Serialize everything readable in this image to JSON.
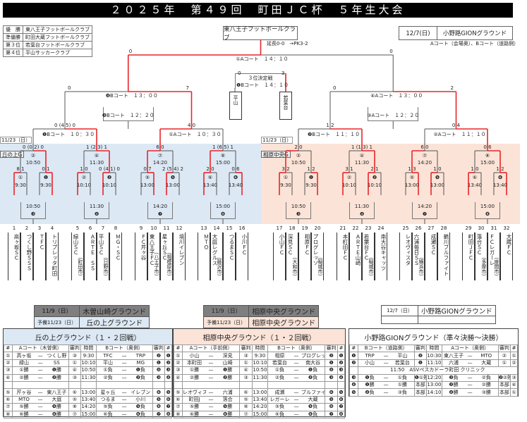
{
  "title": "２０２５年　第４９回　町田ＪＣ杯　５年生大会",
  "results": [
    {
      "rank": "優　勝",
      "team": "東八王子フットボールクラブ"
    },
    {
      "rank": "準優勝",
      "team": "町田大蔵フットボールクラブ"
    },
    {
      "rank": "第３位",
      "team": "若葉台フットボールクラブ"
    },
    {
      "rank": "第４位",
      "team": "平山サッカークラブ"
    }
  ],
  "champion": "東八王子フットボールクラブ",
  "final_venue": {
    "date": "12/7(日)",
    "ground": "小野路GIONグラウンド",
    "courts": "Aコート（会場奥）、Bコート（道路側）"
  },
  "colors": {
    "win_line": "#e8262a",
    "line": "#555555",
    "left_region": "#dce8f4",
    "right_region": "#fbe3d7"
  },
  "bracket": {
    "final": {
      "label": "①Aコート　１４：１０",
      "left": "0",
      "right": "0",
      "note": "延長0-0　→PK3-2"
    },
    "third": {
      "title": "３位決定戦",
      "label": "❶Bコート　１４：１０",
      "left": "0",
      "right": "3",
      "teams": [
        "平山",
        "若葉台"
      ]
    },
    "semis": [
      {
        "label": "❹Bコート　１３：００",
        "left": "0",
        "right": "7"
      },
      {
        "label": "④Aコート　１３：００",
        "left": "0",
        "right": "2"
      }
    ],
    "qf_consolation": [
      "❸Bコート　１２：２０",
      "③Aコート　１２：２０"
    ],
    "qf": [
      {
        "label": "❶Bコート　１０：３０",
        "score": "0 (4 5) 0"
      },
      {
        "label": "①Aコート　１０：３０",
        "score": "4 0"
      },
      {
        "label": "❷Bコート　１１：１０",
        "score": "1 2"
      },
      {
        "label": "②Aコート　１１：１０",
        "score": "0 4"
      }
    ],
    "r2": [
      {
        "num": "②",
        "time": "10:50",
        "score": "0 (0 2) 0"
      },
      {
        "num": "④",
        "time": "11:30",
        "score": "1 (2 3) 1"
      },
      {
        "num": "⑦",
        "time": "14:20",
        "score": "6 0"
      },
      {
        "num": "⑧",
        "time": "15:00",
        "score": "1 (6 5) 1"
      },
      {
        "num": "②",
        "time": "10:50",
        "score": "2 0"
      },
      {
        "num": "④",
        "time": "11:30",
        "score": "1 (1 3) 1"
      },
      {
        "num": "⑦",
        "time": "14:20",
        "score": "6 0"
      },
      {
        "num": "⑧",
        "time": "15:00",
        "score": "0 6"
      }
    ],
    "r1": [
      {
        "num": "①",
        "time": "9:30",
        "score": "8 1"
      },
      {
        "num": "❶",
        "time": "9:30",
        "score": "0 1"
      },
      {
        "num": "②",
        "time": "10:10",
        "score": "1 0"
      },
      {
        "num": "❷",
        "time": "10:10",
        "score": "0 (4 1) 0"
      },
      {
        "num": "⑤",
        "time": "13:00",
        "score": "0 7"
      },
      {
        "num": "❺",
        "time": "13:00",
        "score": "2 (5 4) 2"
      },
      {
        "num": "⑥",
        "time": "13:40",
        "score": "2 0"
      },
      {
        "num": "❻",
        "time": "13:40",
        "score": "0 6"
      },
      {
        "num": "①",
        "time": "9:30",
        "score": "3 2"
      },
      {
        "num": "❶",
        "time": "9:30",
        "score": "1 2"
      },
      {
        "num": "②",
        "time": "10:10",
        "score": "3 1"
      },
      {
        "num": "❷",
        "time": "10:10",
        "score": "2 1"
      },
      {
        "num": "⑤",
        "time": "13:00",
        "score": "1 3"
      },
      {
        "num": "❺",
        "time": "13:00",
        "score": "1 0"
      },
      {
        "num": "⑥",
        "time": "13:40",
        "score": "1 0"
      },
      {
        "num": "❻",
        "time": "13:40",
        "score": "1 2"
      }
    ],
    "consolation": [
      {
        "time": "10:50",
        "num": "❸"
      },
      {
        "time": "11:30",
        "num": "❹"
      },
      {
        "time": "14:20",
        "num": "❼"
      },
      {
        "time": "15:00",
        "num": "❽"
      },
      {
        "time": "10:50",
        "num": "❸"
      },
      {
        "time": "11:30",
        "num": "❹"
      },
      {
        "time": "14:20",
        "num": "❼"
      },
      {
        "time": "15:00",
        "num": "❽"
      }
    ],
    "side_left": {
      "date": "11/23（日）",
      "ground": "丘の上G"
    },
    "side_right": {
      "date": "11/23（日）",
      "ground": "相原中央G"
    }
  },
  "teams": [
    {
      "no": "1",
      "name": "高ヶ坂ＳＣ",
      "city": ""
    },
    {
      "no": "2",
      "name": "つくし野ＳＳＳ",
      "city": ""
    },
    {
      "no": "3",
      "name": "ＴＦＣ",
      "city": ""
    },
    {
      "no": "4",
      "name": "トリプレッタ町田",
      "city": ""
    },
    {
      "no": "5",
      "name": "緑山ＳＣ",
      "city": "（町田市）"
    },
    {
      "no": "6",
      "name": "ＡＲＴＥ　ＳＳ",
      "city": ""
    },
    {
      "no": "7",
      "name": "平山ＳＣ",
      "city": "（日野市）"
    },
    {
      "no": "8",
      "name": "ＭＧ・ＳＣ",
      "city": ""
    },
    {
      "no": "9",
      "name": "ＦＣ芹ヶ谷",
      "city": ""
    },
    {
      "no": "10",
      "name": "東八王子ＦＣ",
      "city": "（八王子市）"
    },
    {
      "no": "11",
      "name": "星ヶ丘ＳＣ",
      "city": "（相模原市）"
    },
    {
      "no": "12",
      "name": "境川イレブン",
      "city": ""
    },
    {
      "no": "13",
      "name": "ＭＴＯ",
      "city": ""
    },
    {
      "no": "14",
      "name": "大庭レグルス",
      "city": "（藤沢市）"
    },
    {
      "no": "15",
      "name": "つるまＳＣ",
      "city": ""
    },
    {
      "no": "16",
      "name": "小川ＦＣ",
      "city": ""
    },
    {
      "no": "17",
      "name": "小山ＦＣ",
      "city": ""
    },
    {
      "no": "18",
      "name": "深見ＳＣ",
      "city": "（大和市）"
    },
    {
      "no": "19",
      "name": "相原ＦＣ",
      "city": ""
    },
    {
      "no": "20",
      "name": "プログレッソ",
      "city": "（稲城市）"
    },
    {
      "no": "21",
      "name": "本町田ＦＣ",
      "city": ""
    },
    {
      "no": "22",
      "name": "ＡＲＴＥ山崎",
      "city": ""
    },
    {
      "no": "23",
      "name": "若葉台ＦＣ",
      "city": "（稲城市）"
    },
    {
      "no": "24",
      "name": "南大谷キャッツ",
      "city": ""
    },
    {
      "no": "25",
      "name": "レオヴィスタ",
      "city": ""
    },
    {
      "no": "26",
      "name": "六浦毎日ＳＳ",
      "city": "（横浜市）"
    },
    {
      "no": "27",
      "name": "成瀬ＳＣ",
      "city": ""
    },
    {
      "no": "28",
      "name": "鶴川ブルファイト",
      "city": ""
    },
    {
      "no": "29",
      "name": "町田ＪＦＣ",
      "city": ""
    },
    {
      "no": "30",
      "name": "落合ＳＣ",
      "city": "（多摩市）"
    },
    {
      "no": "31",
      "name": "ＦＣレガーレ",
      "city": "（座間市）"
    },
    {
      "no": "32",
      "name": "大蔵ＦＣ",
      "city": ""
    }
  ],
  "venues": {
    "left": [
      [
        "11/9（日）",
        "木曽山崎グラウンド"
      ],
      [
        "予備11/23（日）",
        "丘の上グラウンド"
      ]
    ],
    "middle": [
      [
        "11/9（日）",
        "相原中央グラウンド"
      ],
      [
        "予備11/23（日）",
        "相原中央グラウンド"
      ]
    ],
    "right": [
      [
        "12/7（日）",
        "小野路GIONグラウンド"
      ],
      [
        "",
        ""
      ]
    ]
  },
  "schedules": [
    {
      "title": "丘の上グラウンド（１・２回戦）",
      "headers": [
        "#",
        "Aコート（木曽側）",
        "審判",
        "時間",
        "Bコート（奥側）",
        "審判",
        "#"
      ],
      "rows": [
        [
          "①",
          "高ヶ坂",
          "—",
          "つくし野",
          "③",
          "9:30",
          "TFC",
          "—",
          "TRP",
          "❷",
          "❶"
        ],
        [
          "②",
          "緑山",
          "—",
          "SS",
          "①",
          "10:10",
          "平山",
          "—",
          "MG",
          "❶",
          "❷"
        ],
        [
          "③",
          "①勝",
          "—",
          "❶勝",
          "④",
          "10:50",
          "①負",
          "—",
          "❶負",
          "❹",
          "❸"
        ],
        [
          "④",
          "②勝",
          "—",
          "❷勝",
          "③",
          "11:30",
          "②負",
          "—",
          "❷負",
          "❸",
          "❹"
        ],
        [
          "",
          "",
          "",
          "",
          "",
          "",
          "",
          "",
          "",
          "",
          ""
        ],
        [
          "⑤",
          "芹ヶ谷",
          "—",
          "東八王子",
          "⑥",
          "13:00",
          "星ヶ丘",
          "—",
          "イレブン",
          "❻",
          "❺"
        ],
        [
          "⑥",
          "MTO",
          "—",
          "大庭",
          "⑤",
          "13:40",
          "つるま",
          "—",
          "小川",
          "❺",
          "❻"
        ],
        [
          "⑦",
          "⑤勝",
          "—",
          "❺勝",
          "⑧",
          "14:20",
          "⑤負",
          "—",
          "❺負",
          "❽",
          "❼"
        ],
        [
          "⑧",
          "⑥勝",
          "—",
          "❻勝",
          "⑦",
          "15:00",
          "⑥負",
          "—",
          "❻負",
          "❼",
          "❽"
        ]
      ]
    },
    {
      "title": "相原中央グラウンド（１・２回戦）",
      "headers": [
        "#",
        "Aコート（手前側）",
        "審判",
        "時間",
        "Bコート（奥側）",
        "審判",
        "#"
      ],
      "rows": [
        [
          "①",
          "小山",
          "—",
          "深見",
          "③",
          "9:30",
          "相原",
          "—",
          "プログレッソ",
          "❷",
          "❶"
        ],
        [
          "②",
          "本町田",
          "—",
          "山崎",
          "①",
          "10:10",
          "若葉台",
          "—",
          "南大谷",
          "❶",
          "❷"
        ],
        [
          "③",
          "①勝",
          "—",
          "❶勝",
          "④",
          "10:50",
          "①負",
          "—",
          "❶負",
          "❹",
          "❸"
        ],
        [
          "④",
          "②勝",
          "—",
          "❷勝",
          "③",
          "11:30",
          "②負",
          "—",
          "❷負",
          "❸",
          "❹"
        ],
        [
          "",
          "",
          "",
          "",
          "",
          "",
          "",
          "",
          "",
          "",
          ""
        ],
        [
          "⑤",
          "レオヴィスタ",
          "—",
          "六浦",
          "⑥",
          "13:00",
          "成瀬",
          "—",
          "ブルファイト",
          "❻",
          "❺"
        ],
        [
          "⑥",
          "町田J",
          "—",
          "落合",
          "⑤",
          "13:40",
          "レガーレ",
          "—",
          "大蔵",
          "❺",
          "❻"
        ],
        [
          "⑦",
          "⑤勝",
          "—",
          "❺勝",
          "⑧",
          "14:20",
          "⑤負",
          "—",
          "❺負",
          "❽",
          "❼"
        ],
        [
          "⑧",
          "⑥勝",
          "—",
          "❻勝",
          "⑦",
          "15:00",
          "⑥負",
          "—",
          "❻負",
          "❼",
          "❽"
        ]
      ]
    },
    {
      "title": "小野路GIONグラウンド（準々決勝～決勝）",
      "headers": [
        "#",
        "Bコート（道路側）",
        "審判",
        "時間",
        "Aコート（奥側）",
        "審判",
        "#"
      ],
      "rows": [
        [
          "❶",
          "TRP",
          "—",
          "平山",
          "❷",
          "10:30",
          "東八王子",
          "—",
          "MTO",
          "②",
          "①"
        ],
        [
          "❷",
          "小山",
          "—",
          "若葉台",
          "❶",
          "11:10",
          "六浦",
          "—",
          "大蔵",
          "①",
          "②"
        ],
        [
          "",
          "11:50　ASVペスカドーラ町田 クリニック"
        ],
        [
          "❸",
          "❶負",
          "—",
          "①負",
          "❶①敗",
          "12:20",
          "❷負",
          "—",
          "②負",
          "❷②敗",
          "③"
        ],
        [
          "❹",
          "❶勝",
          "—",
          "①勝",
          "本部",
          "13:00",
          "❷勝",
          "—",
          "②勝",
          "本部",
          "④"
        ],
        [
          "❺",
          "❹負",
          "—",
          "③負",
          "本部",
          "14:10",
          "❹勝",
          "—",
          "③勝",
          "本部",
          "①"
        ]
      ]
    }
  ]
}
